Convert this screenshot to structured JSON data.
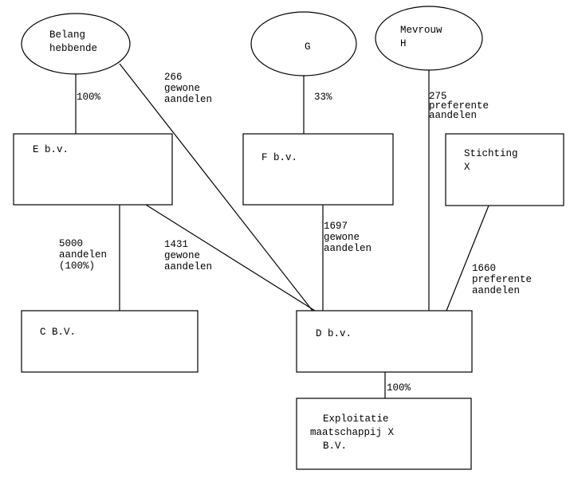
{
  "nodes": {
    "belang": {
      "lines": [
        "Belang",
        "hebbende"
      ]
    },
    "g": {
      "lines": [
        "G"
      ]
    },
    "mevrouw_h": {
      "lines": [
        "Mevrouw",
        "H"
      ]
    },
    "e_bv": {
      "lines": [
        "E b.v."
      ]
    },
    "f_bv": {
      "lines": [
        "F b.v."
      ]
    },
    "stichting_x": {
      "lines": [
        "Stichting",
        "X"
      ]
    },
    "c_bv": {
      "lines": [
        "C B.V."
      ]
    },
    "d_bv": {
      "lines": [
        "D b.v."
      ]
    },
    "exploitatie": {
      "lines": [
        "Exploitatie",
        "maatschappij X",
        "B.V."
      ]
    }
  },
  "edges": {
    "belang_e": {
      "lines": [
        "100%"
      ]
    },
    "belang_d": {
      "lines": [
        "266",
        "gewone",
        "aandelen"
      ]
    },
    "g_f": {
      "lines": [
        "33%"
      ]
    },
    "h_d": {
      "lines": [
        "275",
        "preferente",
        "aandelen"
      ]
    },
    "e_c": {
      "lines": [
        "5000",
        "aandelen",
        "(100%)"
      ]
    },
    "e_d": {
      "lines": [
        "1431",
        "gewone",
        "aandelen"
      ]
    },
    "f_d": {
      "lines": [
        "1697",
        "gewone",
        "aandelen"
      ]
    },
    "x_d": {
      "lines": [
        "1660",
        "preferente",
        "aandelen"
      ]
    },
    "d_exploitatie": {
      "lines": [
        "100%"
      ]
    }
  }
}
